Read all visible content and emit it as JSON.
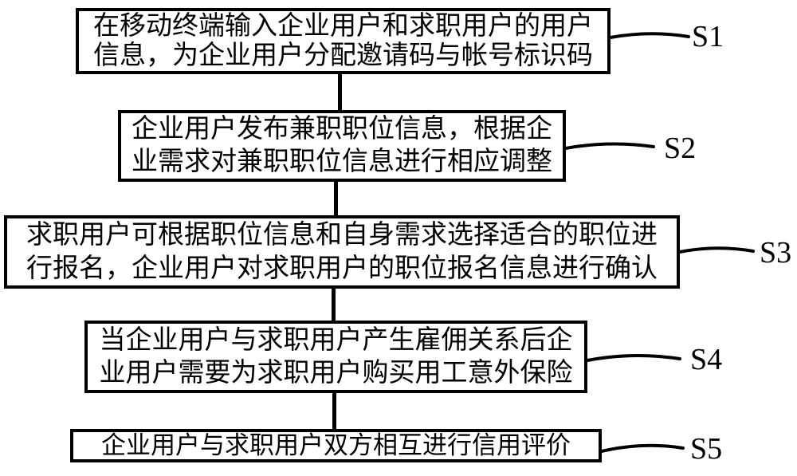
{
  "flowchart": {
    "type": "vertical-process-flow",
    "colors": {
      "background": "#ffffff",
      "stroke": "#000000",
      "text": "#000000"
    },
    "steps": [
      {
        "id": "S1",
        "text": "在移动终端输入企业用户和求职用户的用户信息，为企业用户分配邀请码与帐号标识码"
      },
      {
        "id": "S2",
        "text": "企业用户发布兼职职位信息，根据企业需求对兼职职位信息进行相应调整"
      },
      {
        "id": "S3",
        "text": "求职用户可根据职位信息和自身需求选择适合的职位进行报名，企业用户对求职用户的职位报名信息进行确认"
      },
      {
        "id": "S4",
        "text": "当企业用户与求职用户产生雇佣关系后企业用户需要为求职用户购买用工意外保险"
      },
      {
        "id": "S5",
        "text": "企业用户与求职用户双方相互进行信用评价"
      }
    ]
  }
}
